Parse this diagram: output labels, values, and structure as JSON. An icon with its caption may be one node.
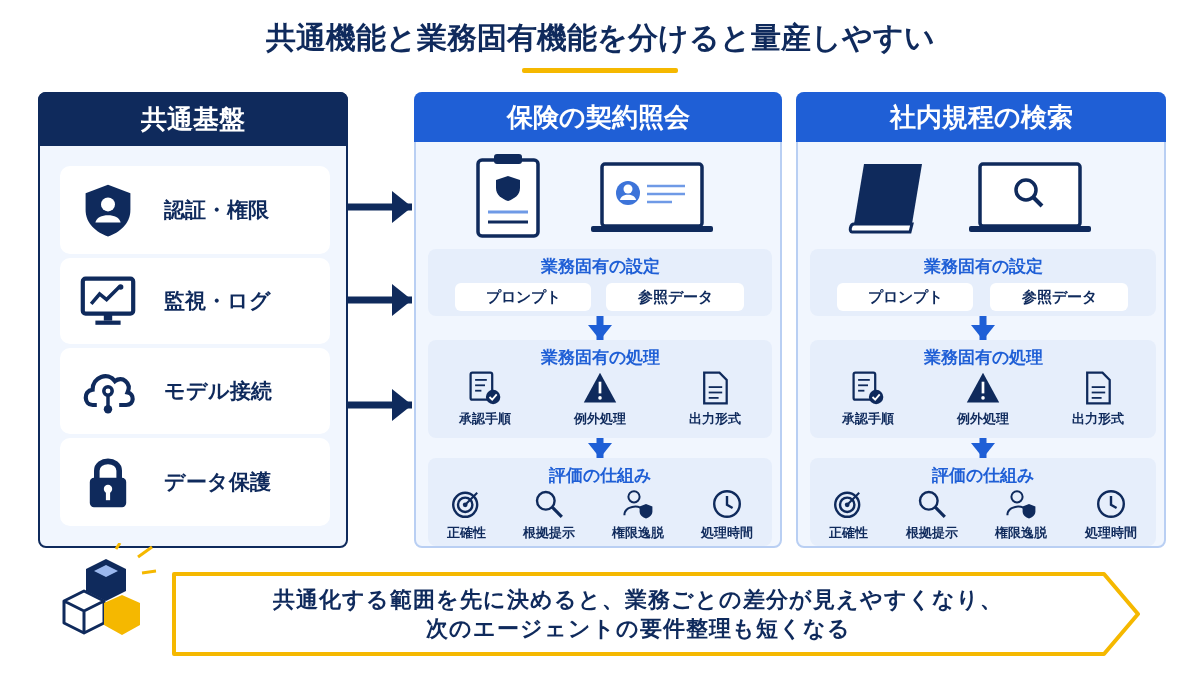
{
  "diagram": {
    "title": "共通機能と業務固有機能を分けると量産しやすい",
    "nodes": [
      {
        "text": [
          "共通基盤"
        ]
      },
      {
        "text": [
          "認証・権限"
        ],
        "in": 0
      },
      {
        "text": [
          "監視・ログ"
        ],
        "in": 0
      },
      {
        "text": [
          "モデル接続"
        ],
        "in": 0
      },
      {
        "text": [
          "データ保護"
        ],
        "in": 0
      },
      {
        "text": [
          "保険の契約照会"
        ]
      },
      {
        "text": [
          "業務固有の設定"
        ],
        "in": 5
      },
      {
        "text": [
          "プロンプト"
        ],
        "in": 6
      },
      {
        "text": [
          "参照データ"
        ],
        "in": 6
      },
      {
        "text": [
          "業務固有の処理",
          "承認手順",
          "例外処理",
          "出力形式"
        ],
        "in": 5
      },
      {
        "text": [
          "評価の仕組み",
          "正確性",
          "根拠提示",
          "権限逸脱",
          "処理時間"
        ],
        "in": 5
      },
      {
        "text": [
          "社内規程の検索"
        ]
      },
      {
        "text": [
          "業務固有の設定"
        ],
        "in": 11
      },
      {
        "text": [
          "プロンプト"
        ],
        "in": 12
      },
      {
        "text": [
          "参照データ"
        ],
        "in": 12
      },
      {
        "text": [
          "業務固有の処理",
          "承認手順",
          "例外処理",
          "出力形式"
        ],
        "in": 11
      },
      {
        "text": [
          "評価の仕組み",
          "正確性",
          "根拠提示",
          "権限逸脱",
          "処理時間"
        ],
        "in": 11
      },
      {
        "text": [
          "共通化する範囲を先に決めると、業務ごとの差分が見えやすくなり、次のエージェントの要件整理も短くなる"
        ]
      }
    ],
    "edges": [
      {
        "from": 0,
        "to": 5,
        "arrow": "to",
        "color": "#0f2a5c"
      },
      {
        "from": 0,
        "to": 5,
        "arrow": "to",
        "color": "#0f2a5c"
      },
      {
        "from": 0,
        "to": 5,
        "arrow": "to",
        "color": "#0f2a5c"
      },
      {
        "from": 6,
        "to": 9,
        "arrow": "to"
      },
      {
        "from": 9,
        "to": 10,
        "arrow": "to"
      },
      {
        "from": 12,
        "to": 15,
        "arrow": "to"
      },
      {
        "from": 15,
        "to": 16,
        "arrow": "to"
      }
    ]
  }
}
